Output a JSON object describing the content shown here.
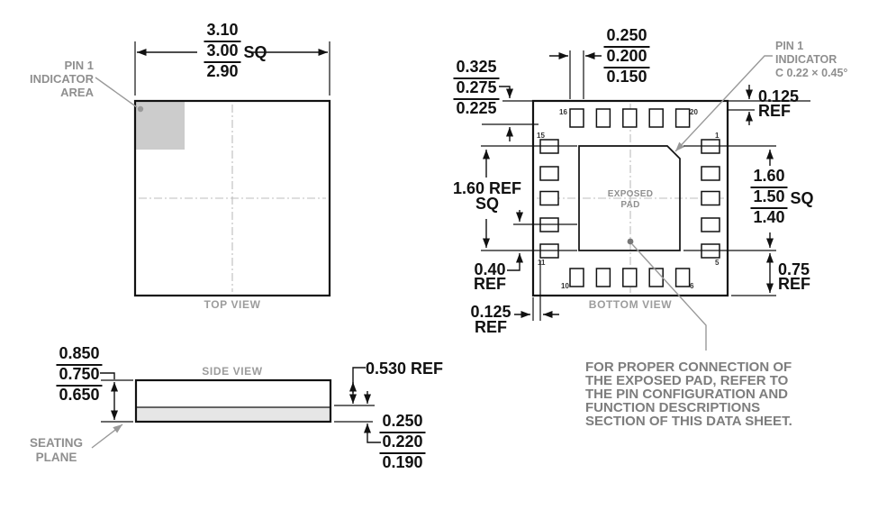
{
  "top_view": {
    "caption": "TOP VIEW",
    "pin1_label": [
      "PIN 1",
      "INDICATOR",
      "AREA"
    ],
    "dim_size": {
      "max": "3.10",
      "nom": "3.00",
      "suffix": "SQ",
      "min": "2.90"
    }
  },
  "side_view": {
    "caption": "SIDE VIEW",
    "dim_height": {
      "max": "0.850",
      "nom": "0.750",
      "min": "0.650"
    },
    "dim_cap_ref": "0.530 REF",
    "dim_standoff": {
      "max": "0.250",
      "nom": "0.220",
      "min": "0.190"
    },
    "seating_plane": [
      "SEATING",
      "PLANE"
    ]
  },
  "bottom_view": {
    "caption": "BOTTOM VIEW",
    "exposed_pad": [
      "EXPOSED",
      "PAD"
    ],
    "pin1_indicator": [
      "PIN 1",
      "INDICATOR",
      "C 0.22 × 0.45°"
    ],
    "dim_lead_width": {
      "max": "0.250",
      "nom": "0.200",
      "min": "0.150"
    },
    "dim_lead_length": {
      "max": "0.325",
      "nom": "0.275",
      "min": "0.225"
    },
    "dim_edge_ref": [
      "0.125",
      "REF"
    ],
    "dim_span_ref": [
      "1.60 REF",
      "SQ"
    ],
    "dim_pitch_ref": [
      "0.40",
      "REF"
    ],
    "dim_pad": {
      "max": "1.60",
      "nom": "1.50",
      "suffix": "SQ",
      "min": "1.40"
    },
    "dim_corner_ref": [
      "0.75",
      "REF"
    ],
    "dim_side_ref": [
      "0.125",
      "REF"
    ],
    "pin_numbers": {
      "top_left": "16",
      "top_right": "20",
      "left_top": "15",
      "right_top": "1",
      "left_bottom": "11",
      "right_bottom": "5",
      "bottom_left": "10",
      "bottom_right": "6"
    }
  },
  "note": [
    "FOR PROPER CONNECTION OF",
    "THE EXPOSED PAD, REFER TO",
    "THE PIN CONFIGURATION AND",
    "FUNCTION DESCRIPTIONS",
    "SECTION OF THIS DATA SHEET."
  ],
  "colors": {
    "line": "#111111",
    "gray_text": "#8f8f8f",
    "pin1_shade": "#cccccc",
    "side_strip": "#e6e6e6"
  }
}
